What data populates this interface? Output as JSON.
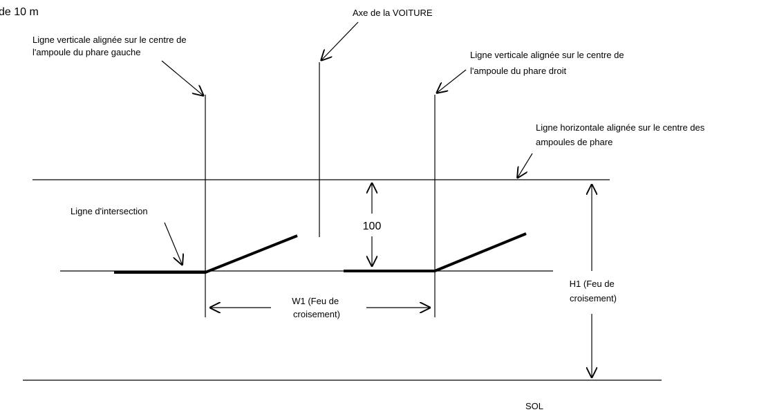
{
  "labels": {
    "distance": "de 10 m",
    "car_axis": "Axe de la VOITURE",
    "left_vertical_line": [
      "Ligne verticale alignée sur le centre de",
      "l'ampoule du phare gauche"
    ],
    "right_vertical_line": [
      "Ligne verticale alignée sur le centre de",
      "l'ampoule du phare droit"
    ],
    "horizontal_line": [
      "Ligne horizontale alignée sur le centre des",
      "ampoules de phare"
    ],
    "intersection_line": "Ligne d'intersection",
    "dimension_100": "100",
    "w1": [
      "W1 (Feu de",
      "croisement)"
    ],
    "h1": [
      "H1 (Feu de",
      "croisement)"
    ],
    "ground": "SOL"
  }
}
